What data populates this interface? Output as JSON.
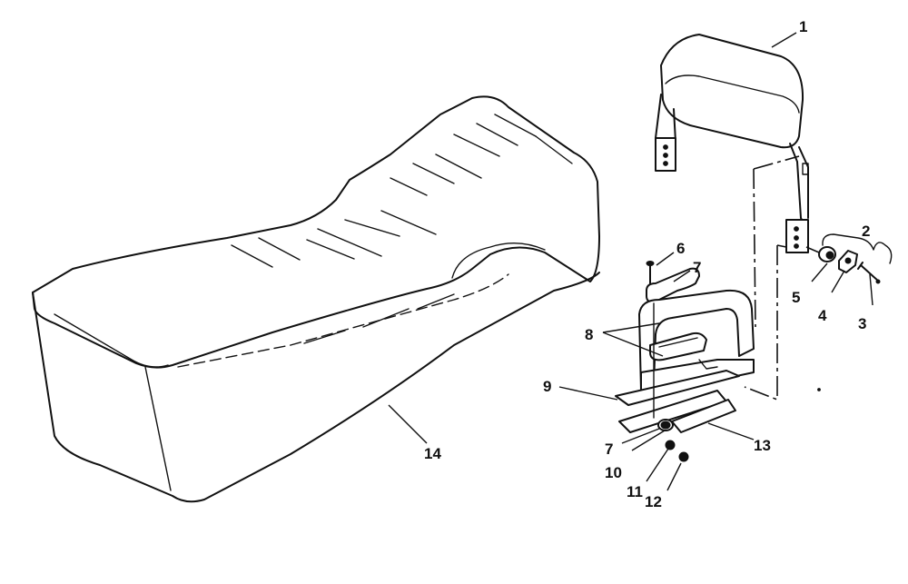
{
  "callouts": [
    {
      "id": "1",
      "label": "1"
    },
    {
      "id": "2",
      "label": "2"
    },
    {
      "id": "3",
      "label": "3"
    },
    {
      "id": "4",
      "label": "4"
    },
    {
      "id": "5",
      "label": "5"
    },
    {
      "id": "6",
      "label": "6"
    },
    {
      "id": "7a",
      "label": "7"
    },
    {
      "id": "8",
      "label": "8"
    },
    {
      "id": "9",
      "label": "9"
    },
    {
      "id": "7b",
      "label": "7"
    },
    {
      "id": "10",
      "label": "10"
    },
    {
      "id": "11",
      "label": "11"
    },
    {
      "id": "12",
      "label": "12"
    },
    {
      "id": "13",
      "label": "13"
    },
    {
      "id": "14",
      "label": "14"
    }
  ],
  "colors": {
    "ink": "#111111",
    "paper": "#ffffff"
  }
}
